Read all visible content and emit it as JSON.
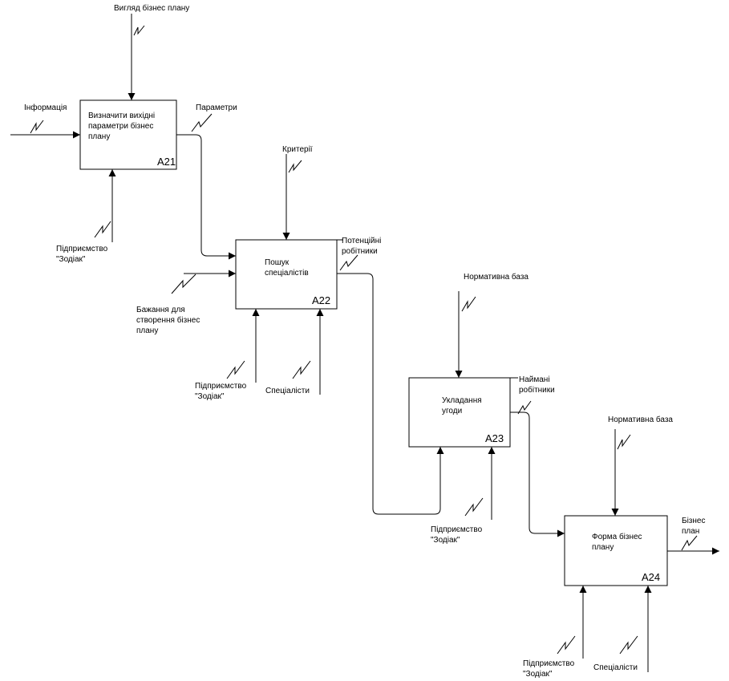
{
  "boxes": [
    {
      "id": "A21",
      "number": "А21",
      "lines": [
        "Визначити вихідні",
        "параметри бізнес",
        "плану"
      ]
    },
    {
      "id": "A22",
      "number": "А22",
      "lines": [
        "Пошук",
        "спеціалістів"
      ]
    },
    {
      "id": "A23",
      "number": "А23",
      "lines": [
        "Укладання",
        "угоди"
      ]
    },
    {
      "id": "A24",
      "number": "А24",
      "lines": [
        "Форма бізнес",
        "плану"
      ]
    }
  ],
  "arrows": {
    "a21_control": [
      "Вигляд бізнес плану"
    ],
    "a21_input": [
      "Інформація"
    ],
    "a21_output": [
      "Параметри"
    ],
    "a21_mechanism": [
      "Підприємство",
      "\"Зодіак\""
    ],
    "a22_control": [
      "Критерії"
    ],
    "a22_input": [
      "Бажання для",
      "створення бізнес",
      "плану"
    ],
    "a22_output": [
      "Потенційні",
      "робітники"
    ],
    "a22_mechanism_1": [
      "Підприємство",
      "\"Зодіак\""
    ],
    "a22_mechanism_2": [
      "Спеціалісти"
    ],
    "a23_control": [
      "Нормативна база"
    ],
    "a23_output": [
      "Наймані",
      "робітники"
    ],
    "a23_mechanism": [
      "Підприємство",
      "\"Зодіак\""
    ],
    "a24_control": [
      "Нормативна база"
    ],
    "a24_output": [
      "Бізнес",
      "план"
    ],
    "a24_mechanism_1": [
      "Підприємство",
      "\"Зодіак\""
    ],
    "a24_mechanism_2": [
      "Спеціалісти"
    ]
  }
}
